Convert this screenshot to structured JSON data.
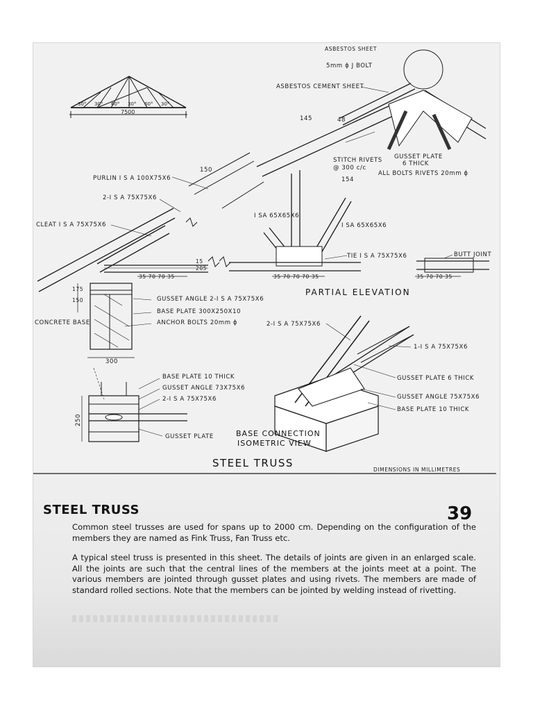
{
  "diagram": {
    "top_truss": {
      "span_label": "7500",
      "angle_labels": [
        "30°",
        "30°",
        "60°",
        "30°",
        "60°",
        "30°"
      ]
    },
    "labels": {
      "asbestos_top": "ASBESTOS SHEET",
      "bolt": "5mm ϕ J BOLT",
      "asbestos_cement": "ASBESTOS  CEMENT  SHEET",
      "dim_145": "145",
      "dim_48": "48",
      "stitch_rivets_1": "STITCH RIVETS",
      "stitch_rivets_2": "@ 300 c/c",
      "gusset_plate_6a": "GUSSET PLATE",
      "gusset_plate_6b": "6 THICK",
      "all_bolts": "ALL  BOLTS  RIVETS  20mm ϕ",
      "purlin": "PURLIN  I S A  100X75X6",
      "dim_150": "150",
      "isa_2_top": "2-I S A  75X75X6",
      "cleat": "CLEAT  I S A  75X75X6",
      "isa65_a": "I SA 65X65X6",
      "isa65_b": "I SA  65X65X6",
      "dim_154": "154",
      "tie": "TIE  I S A  75X75X6",
      "butt_joint": "BUTT JOINT",
      "dims_row_1": "35 70  70 35",
      "dims_row_2": "35 70  70  70 35",
      "dims_row_3": "35 70  70  35",
      "dim_15": "15",
      "dim_205": "205",
      "partial_elevation": "PARTIAL   ELEVATION",
      "gusset_angle": "GUSSET  ANGLE  2-I S A  75X75X6",
      "base_plate": "BASE  PLATE  300X250X10",
      "anchor_bolts": "ANCHOR  BOLTS  20mm ϕ",
      "concrete_base": "CONCRETE  BASE",
      "dim_150_side": "150",
      "dim_175": "175",
      "dim_300": "300",
      "isa_2_iso": "2-I S A  75X75X6",
      "isa_1_iso": "1-I S A  75X75X6",
      "base_plate_10": "BASE  PLATE  10  THICK",
      "gusset_angle_73": "GUSSET  ANGLE  73X75X6",
      "isa_2_plan": "2-I S A  75X75X6",
      "dim_250": "250",
      "gusset_plate_plain": "GUSSET  PLATE",
      "gusset_plate_6_thick": "GUSSET  PLATE  6  THICK",
      "gusset_angle_75": "GUSSET  ANGLE  75X75X6",
      "base_plate_10_right": "BASE  PLATE  10  THICK",
      "base_connection_1": "BASE  CONNECTION",
      "base_connection_2": "ISOMETRIC  VIEW",
      "steel_truss_caption": "STEEL  TRUSS",
      "dimensions_note": "DIMENSIONS  IN  MILLIMETRES"
    }
  },
  "text_section": {
    "heading": "STEEL TRUSS",
    "page_number": "39",
    "paragraph_1": "Common steel trusses are used for spans up to 2000 cm.  Depending on the configuration of the members they are named as Fink Truss, Fan Truss etc.",
    "paragraph_2": "A typical steel truss is presented in this sheet.  The details of joints are given in an enlarged scale.  All the joints are such that the central lines of the members at the joints meet at a point.  The various members are jointed through gusset plates and using rivets.  The members are made of standard rolled sections.  Note that the members can be jointed by welding instead of rivetting."
  }
}
